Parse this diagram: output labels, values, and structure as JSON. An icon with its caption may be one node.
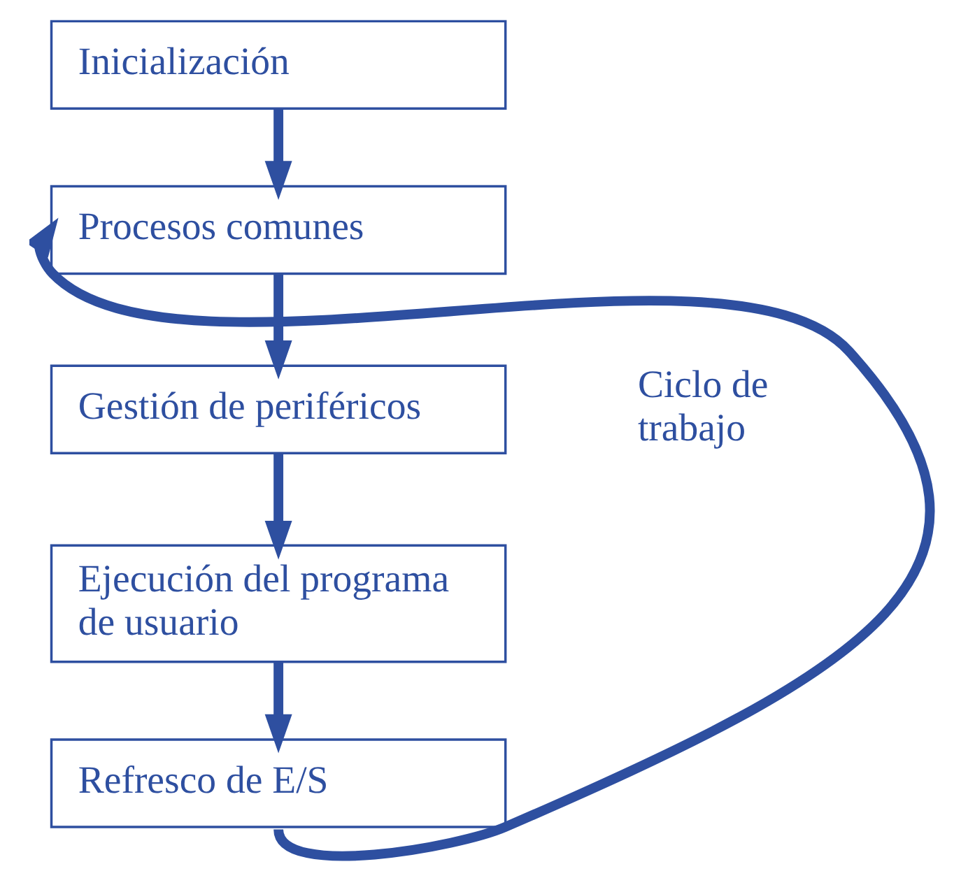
{
  "diagram": {
    "nodes": [
      {
        "text": [
          "Inicialización"
        ]
      },
      {
        "text": [
          "Procesos comunes"
        ]
      },
      {
        "text": [
          "Gestión de periféricos"
        ]
      },
      {
        "text": [
          "Ejecución del programa de usuario"
        ]
      },
      {
        "text": [
          "Refresco de E/S"
        ]
      }
    ],
    "edges": [
      {
        "from": 0,
        "to": 1,
        "arrow": "to"
      },
      {
        "from": 1,
        "to": 2,
        "arrow": "to"
      },
      {
        "from": 2,
        "to": 3,
        "arrow": "to"
      },
      {
        "from": 3,
        "to": 4,
        "arrow": "to"
      },
      {
        "from": 4,
        "to": 1,
        "arrow": "to"
      }
    ],
    "labels": [
      "Ciclo de trabajo"
    ]
  }
}
